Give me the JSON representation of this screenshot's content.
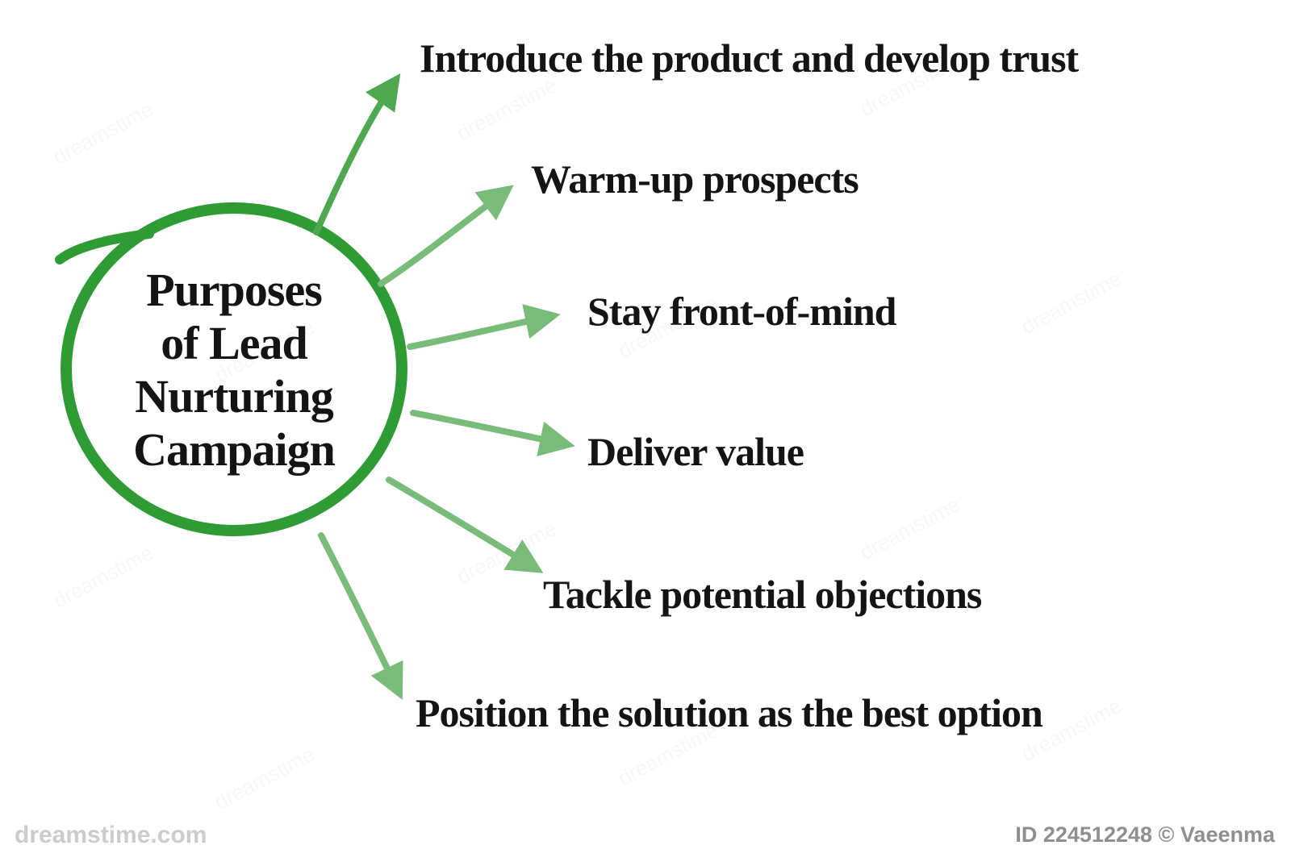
{
  "title": "Purposes of Lead Nurturing Campaign",
  "diagram": {
    "center_lines": [
      "Purposes",
      "of Lead",
      "Nurturing",
      "Campaign"
    ],
    "items": [
      {
        "label": "Introduce the product and develop trust"
      },
      {
        "label": "Warm-up prospects"
      },
      {
        "label": "Stay front-of-mind"
      },
      {
        "label": "Deliver value"
      },
      {
        "label": "Tackle potential objections"
      },
      {
        "label": "Position the solution as the best option"
      }
    ],
    "colors": {
      "circle": "#2e9b35",
      "arrow_primary": "#4fa84f",
      "arrow": "#79bb79",
      "text": "#141414"
    }
  },
  "watermark": {
    "tile": "dreamstime",
    "site": "dreamstime.com",
    "credit": "ID 224512248 © Vaeenma"
  }
}
